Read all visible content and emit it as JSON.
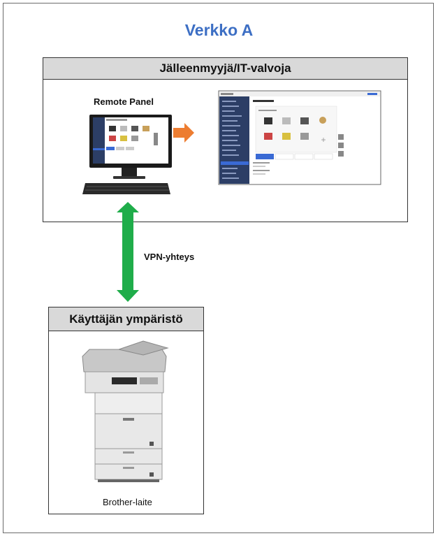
{
  "title": "Verkko A",
  "reseller": {
    "header": "Jälleenmyyjä/IT-valvoja",
    "remote_panel_label": "Remote Panel"
  },
  "connection": {
    "label": "VPN-yhteys"
  },
  "user_env": {
    "header": "Käyttäjän ympäristö",
    "device_label": "Brother-laite"
  },
  "colors": {
    "title": "#3d6fc4",
    "arrow_orange": "#ed7d31",
    "arrow_green": "#1fad4a",
    "header_bg": "#d9d9d9",
    "ui_blue": "#3a6ad4"
  },
  "icons": [
    "monitor-icon",
    "keyboard-icon",
    "arrow-right-icon",
    "double-arrow-icon",
    "printer-icon",
    "web-interface-screenshot"
  ]
}
